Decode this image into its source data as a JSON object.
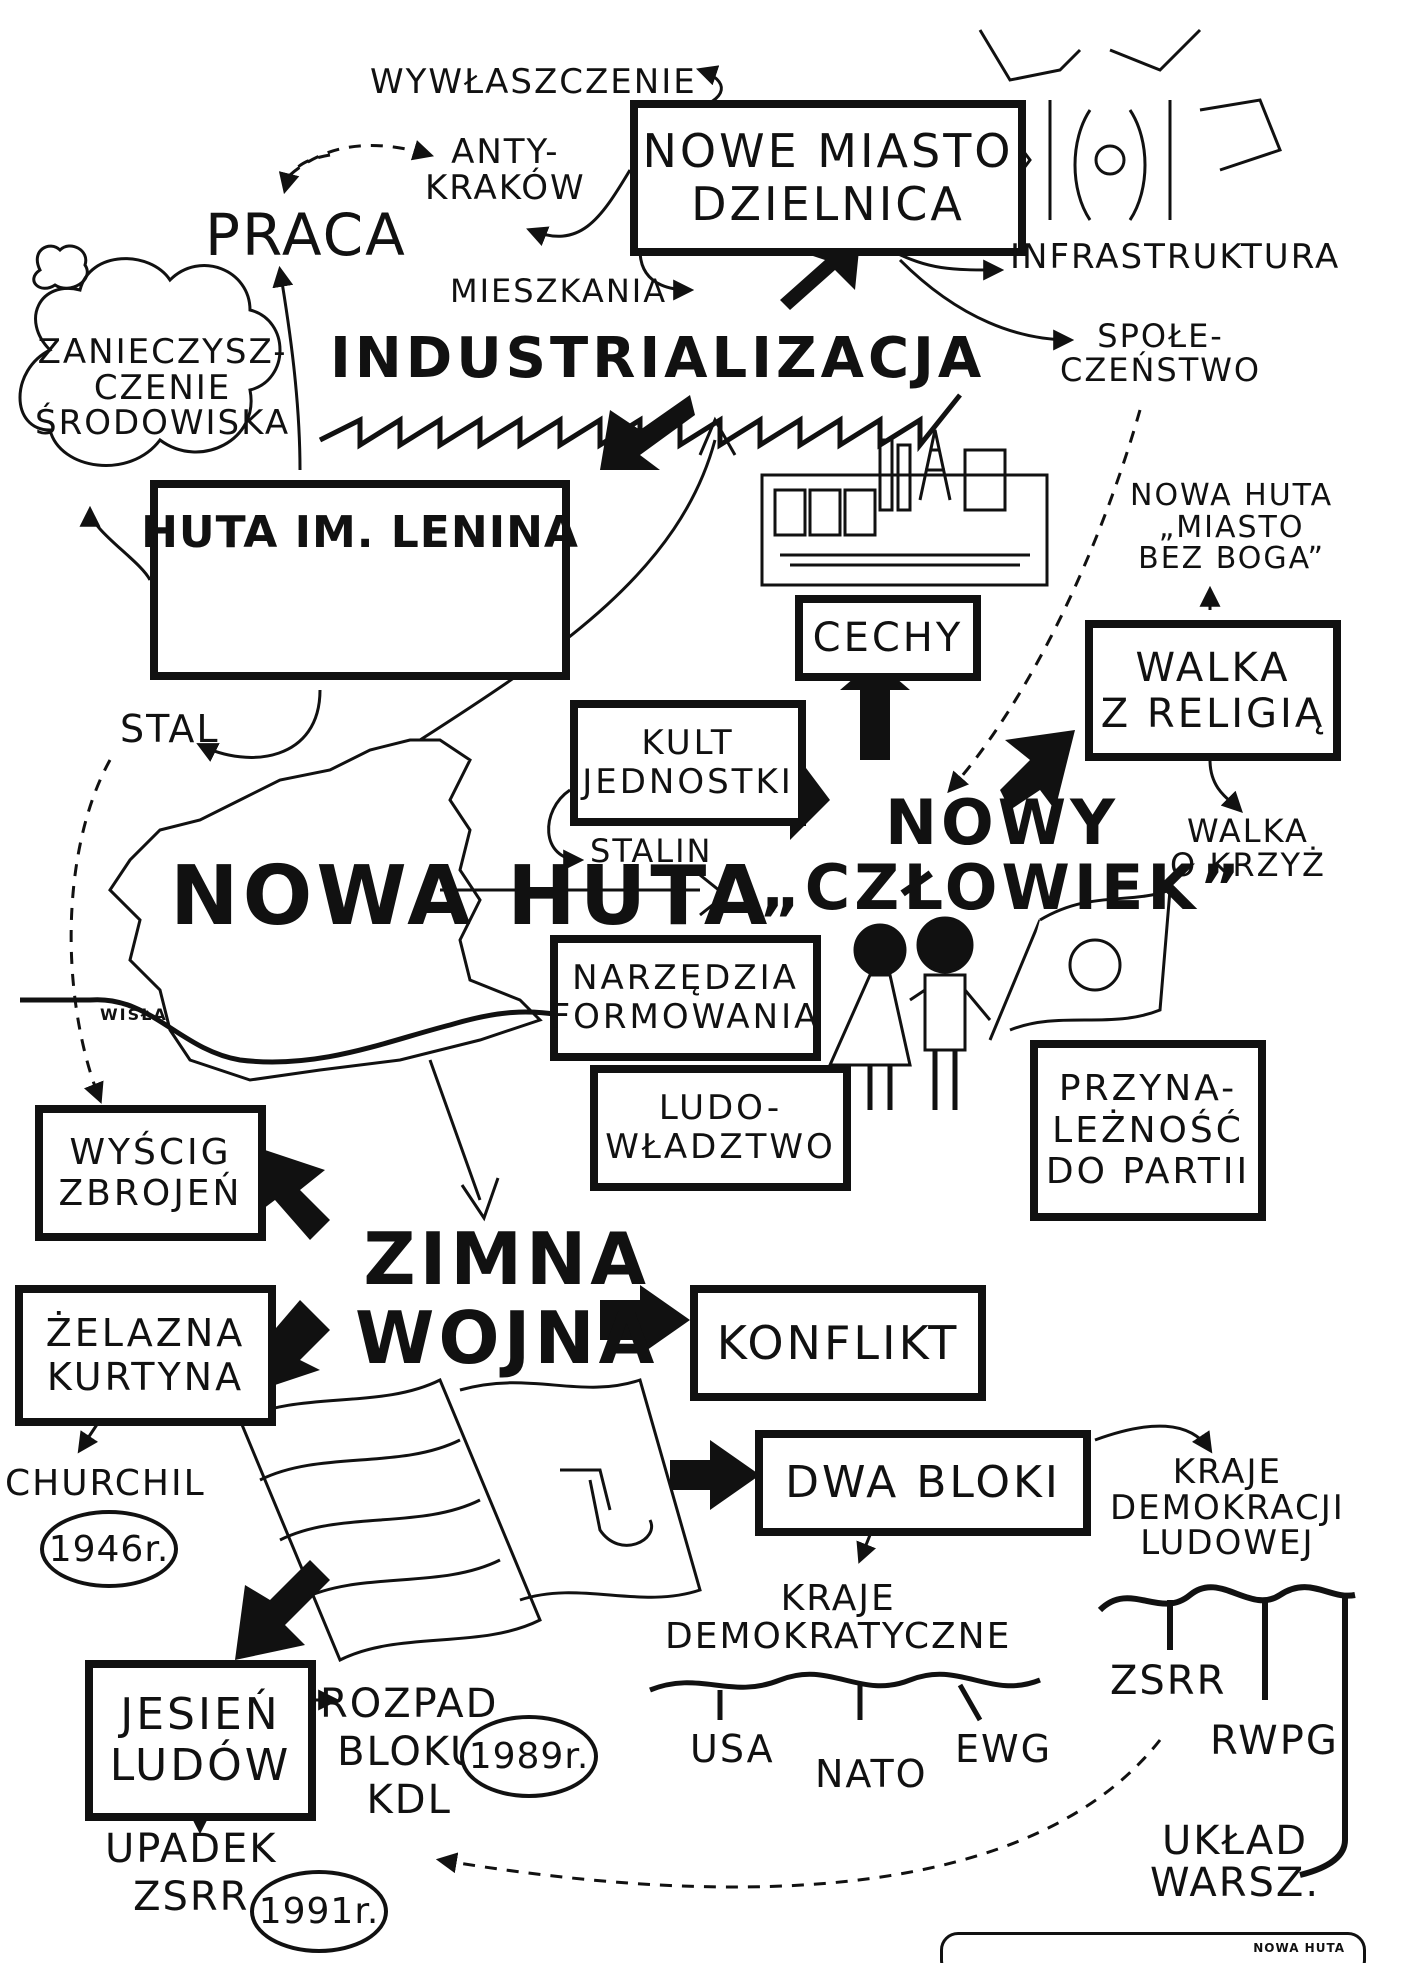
{
  "title": "NOWA HUTA",
  "river": "WISŁA",
  "top": {
    "nowe_miasto": "NOWE MIASTO\nDZIELNICA",
    "wywlaszczenie": "WYWŁASZCZENIE",
    "anty_krakow": "ANTY-\nKRAKÓW",
    "praca": "PRACA",
    "mieszkania": "MIESZKANIA",
    "infrastruktura": "INFRASTRUKTURA",
    "spoleczenstwo": "SPOŁE-\nCZEŃSTWO"
  },
  "industry": {
    "industrializacja": "INDUSTRIALIZACJA",
    "huta": "HUTA IM. LENINA",
    "zanieczyszczenie": "ZANIECZYSZ-\nCZENIE\nŚRODOWISKA",
    "stal": "STAL"
  },
  "nowy_czlowiek": {
    "title": "NOWY\n„CZŁOWIEK”",
    "cechy": "CECHY",
    "kult": "KULT\nJEDNOSTKI",
    "stalin": "STALIN",
    "narzedzia": "NARZĘDZIA\nFORMOWANIA",
    "ludowladztwo": "LUDO-\nWŁADZTWO",
    "przynaleznosc": "PRZYNA-\nLEŻNOŚĆ\nDO PARTII",
    "walka_religia": "WALKA\nZ RELIGIĄ",
    "miasto_bez_boga": "NOWA HUTA\n„MIASTO\nBEZ BOGA”",
    "walka_krzyz": "WALKA\nO KRZYŻ"
  },
  "zimna_wojna": {
    "title": "ZIMNA\nWOJNA",
    "wyscig": "WYŚCIG\nZBROJEŃ",
    "konflikt": "KONFLIKT",
    "zelazna": "ŻELAZNA\nKURTYNA",
    "churchil": "CHURCHIL",
    "year_1946": "1946r.",
    "dwa_bloki": "DWA BLOKI",
    "kraje_dem": "KRAJE\nDEMOKRATYCZNE",
    "usa": "USA",
    "nato": "NATO",
    "ewg": "EWG",
    "kraje_dem_lud": "KRAJE\nDEMOKRACJI\nLUDOWEJ",
    "zsrr": "ZSRR",
    "rwpg": "RWPG",
    "uklad": "UKŁAD\nWARSZ.",
    "jesien": "JESIEŃ\nLUDÓW",
    "rozpad": "ROZPAD\nBLOKU\nKDL",
    "year_1989": "1989r.",
    "upadek": "UPADEK\nZSRR",
    "year_1991": "1991r."
  },
  "badge": "NOWA HUTA"
}
